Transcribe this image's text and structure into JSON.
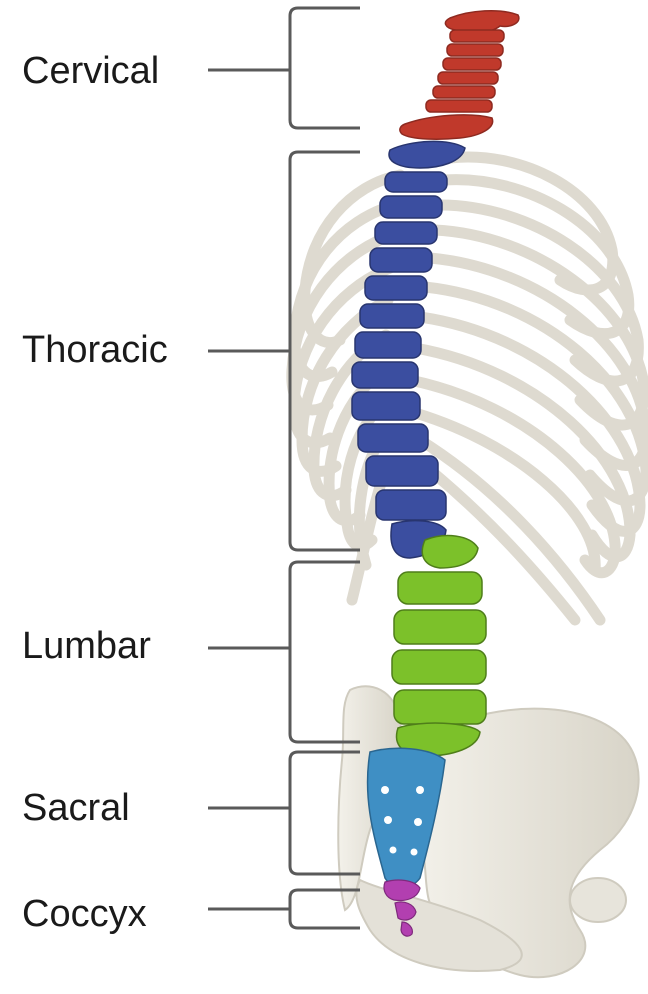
{
  "regions": [
    {
      "key": "cervical",
      "label": "Cervical",
      "color": "#c0392b"
    },
    {
      "key": "thoracic",
      "label": "Thoracic",
      "color": "#3b4ea0"
    },
    {
      "key": "lumbar",
      "label": "Lumbar",
      "color": "#7cc12a"
    },
    {
      "key": "sacral",
      "label": "Sacral",
      "color": "#3f8fc4"
    },
    {
      "key": "coccyx",
      "label": "Coccyx",
      "color": "#b23fb0"
    }
  ],
  "colors": {
    "bone": "#e9e6dd",
    "bone_shadow": "#cfcbbf",
    "bracket": "#5a5a5a",
    "label_text": "#1a1a1a",
    "background": "#ffffff"
  }
}
